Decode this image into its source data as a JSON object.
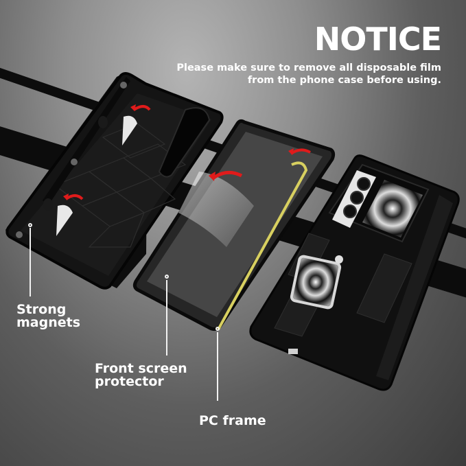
{
  "notice": {
    "title": "NOTICE",
    "line1": "Please make sure to remove all disposable film",
    "line2": "from the phone case before using."
  },
  "callouts": [
    {
      "id": "magnets",
      "line1": "Strong",
      "line2": "magnets"
    },
    {
      "id": "screen-protector",
      "line1": "Front screen",
      "line2": "protector"
    },
    {
      "id": "pc-frame",
      "line1": "PC frame"
    }
  ],
  "colors": {
    "background_light": "#b4b4b4",
    "background_dark": "#3c3c3c",
    "case_black": "#111111",
    "arrow_red": "#e01b1b",
    "frame_gold": "#d8d060",
    "text_white": "#ffffff"
  }
}
